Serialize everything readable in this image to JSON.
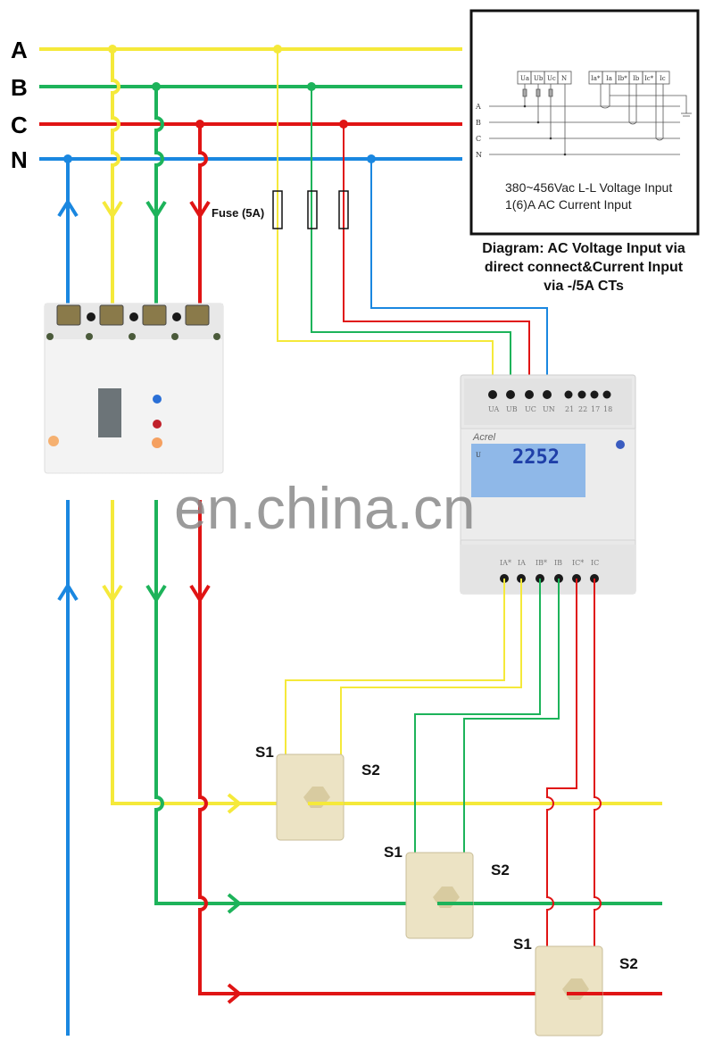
{
  "colors": {
    "phase_a": "#f5e93a",
    "phase_b": "#1db35a",
    "phase_c": "#e01414",
    "neutral": "#1a87e0",
    "ct_body": "#ece3c4",
    "meter_body": "#e6e6e6",
    "lcd": "#8fb8e8"
  },
  "bus_labels": [
    "A",
    "B",
    "C",
    "N"
  ],
  "fuse_label": "Fuse (5A)",
  "inset": {
    "voltage_terminals": [
      "Ua",
      "Ub",
      "Uc",
      "N"
    ],
    "current_terminals": [
      "Ia*",
      "Ia",
      "Ib*",
      "Ib",
      "Ic*",
      "Ic"
    ],
    "line_labels": [
      "A",
      "B",
      "C",
      "N"
    ],
    "spec_voltage": "380~456Vac L-L Voltage Input",
    "spec_current": "1(6)A AC Current Input"
  },
  "caption": {
    "line1": "Diagram: AC Voltage Input via",
    "line2": "direct connect&Current Input",
    "line3": "via -/5A CTs"
  },
  "meter": {
    "brand": "Acrel",
    "top_terminals": [
      "UA",
      "UB",
      "UC",
      "UN",
      "21",
      "22",
      "17",
      "18"
    ],
    "bottom_terminals": [
      "IA*",
      "IA",
      "IB*",
      "IB",
      "IC*",
      "IC"
    ],
    "lcd_reading": "2252",
    "lcd_prefix": "U"
  },
  "ct_labels": {
    "s1": "S1",
    "s2": "S2"
  },
  "watermark": "en.china.cn"
}
